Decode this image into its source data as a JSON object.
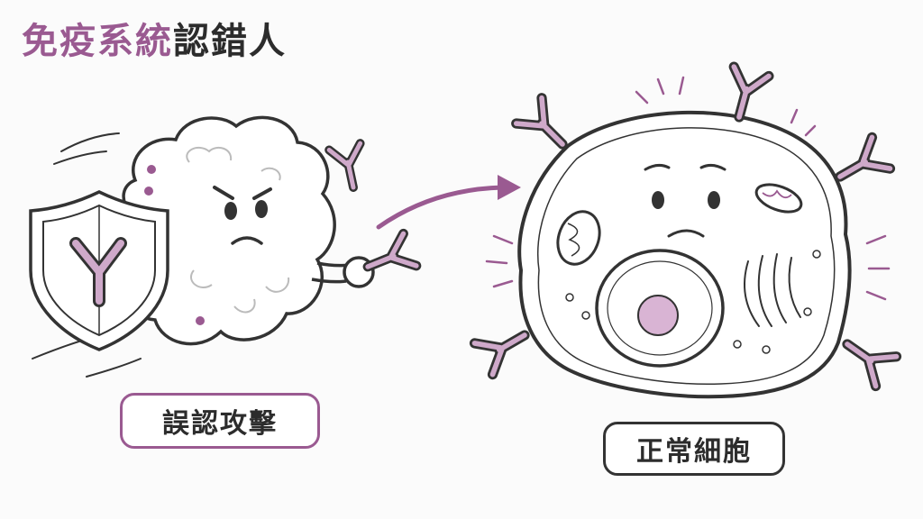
{
  "title": {
    "accent": "免疫系統",
    "rest": "認錯人"
  },
  "labels": {
    "immune_cell": "誤認攻擊",
    "target_cell": "正常細胞"
  },
  "colors": {
    "accent": "#9a5a91",
    "accent_light": "#cfa9ca",
    "ink": "#333333",
    "nucleus": "#d9b4d4"
  },
  "icons": [
    "shield-icon",
    "antibody-icon",
    "arrow-icon"
  ]
}
